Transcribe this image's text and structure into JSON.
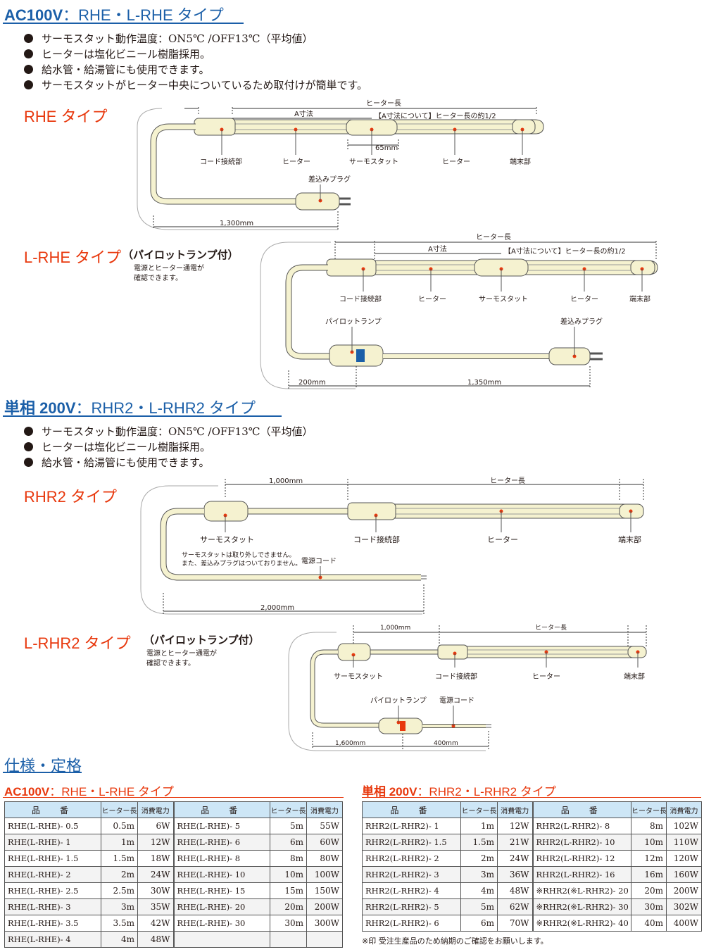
{
  "sections": {
    "ac100": {
      "title_bold": "AC100V",
      "title_rest": "：RHE・L-RHE タイプ",
      "bullets": [
        "サーモスタット動作温度：ON5℃ /OFF13℃（平均値）",
        "ヒーターは塩化ビニール樹脂採用。",
        "給水管・給湯管にも使用できます。",
        "サーモスタットがヒーター中央についているため取付けが簡単です。"
      ]
    },
    "single200": {
      "title_bold": "単相 200V",
      "title_rest": "：RHR2・L-RHR2 タイプ",
      "bullets": [
        "サーモスタット動作温度：ON5℃ /OFF13℃（平均値）",
        "ヒーターは塩化ビニール樹脂採用。",
        "給水管・給湯管にも使用できます。"
      ]
    }
  },
  "diagrams": {
    "rhe": {
      "title": "RHE タイプ",
      "heater_length": "ヒーター長",
      "a_dim": "A寸法",
      "a_note": "【A寸法について】ヒーター長の約1/2",
      "thermo_len": "65mm",
      "cord_joint": "コード接続部",
      "heater": "ヒーター",
      "thermostat": "サーモスタット",
      "heater2": "ヒーター",
      "end_part": "端末部",
      "plug": "差込みプラグ",
      "cord_len": "1,300mm"
    },
    "lrhe": {
      "title": "L-RHE タイプ",
      "subtitle": "（パイロットランプ付）",
      "note_lines": [
        "電源とヒーター通電が",
        "確認できます。"
      ],
      "heater_length": "ヒーター長",
      "a_dim": "A寸法",
      "a_note": "【A寸法について】ヒーター長の約1/2",
      "cord_joint": "コード接続部",
      "heater": "ヒーター",
      "thermostat": "サーモスタット",
      "heater2": "ヒーター",
      "end_part": "端末部",
      "pilot_lamp": "パイロットランプ",
      "plug": "差込みプラグ",
      "len_a": "200mm",
      "len_b": "1,350mm"
    },
    "rhr2": {
      "title": "RHR2 タイプ",
      "len_top": "1,000mm",
      "heater_length": "ヒーター長",
      "thermostat": "サーモスタット",
      "cord_joint": "コード接続部",
      "heater": "ヒーター",
      "end_part": "端末部",
      "note_lines": [
        "サーモスタットは取り外しできません。",
        "また、差込みプラグはついておりません。"
      ],
      "power_cord": "電源コード",
      "len_bottom": "2,000mm"
    },
    "lrhr2": {
      "title": "L-RHR2 タイプ",
      "subtitle": "（パイロットランプ付）",
      "note_lines": [
        "電源とヒーター通電が",
        "確認できます。"
      ],
      "len_top": "1,000mm",
      "heater_length": "ヒーター長",
      "thermostat": "サーモスタット",
      "cord_joint": "コード接続部",
      "heater": "ヒーター",
      "end_part": "端末部",
      "pilot_lamp": "パイロットランプ",
      "power_cord": "電源コード",
      "len_a": "1,600mm",
      "len_b": "400mm"
    }
  },
  "spec": {
    "title": "仕様・定格",
    "ac100": {
      "title_bold": "AC100V",
      "title_rest": "：RHE・L-RHE タイプ",
      "headers": [
        "品　番",
        "ヒーター長",
        "消費電力"
      ],
      "left": [
        [
          "RHE(L-RHE)- 0.5",
          "0.5m",
          "6W"
        ],
        [
          "RHE(L-RHE)- 1",
          "1m",
          "12W"
        ],
        [
          "RHE(L-RHE)- 1.5",
          "1.5m",
          "18W"
        ],
        [
          "RHE(L-RHE)- 2",
          "2m",
          "24W"
        ],
        [
          "RHE(L-RHE)- 2.5",
          "2.5m",
          "30W"
        ],
        [
          "RHE(L-RHE)- 3",
          "3m",
          "35W"
        ],
        [
          "RHE(L-RHE)- 3.5",
          "3.5m",
          "42W"
        ],
        [
          "RHE(L-RHE)- 4",
          "4m",
          "48W"
        ]
      ],
      "right": [
        [
          "RHE(L-RHE)- 5",
          "5m",
          "55W"
        ],
        [
          "RHE(L-RHE)- 6",
          "6m",
          "60W"
        ],
        [
          "RHE(L-RHE)- 8",
          "8m",
          "80W"
        ],
        [
          "RHE(L-RHE)- 10",
          "10m",
          "100W"
        ],
        [
          "RHE(L-RHE)- 15",
          "15m",
          "150W"
        ],
        [
          "RHE(L-RHE)- 20",
          "20m",
          "200W"
        ],
        [
          "RHE(L-RHE)- 30",
          "30m",
          "300W"
        ]
      ]
    },
    "single200": {
      "title_bold": "単相 200V",
      "title_rest": "：RHR2・L-RHR2 タイプ",
      "headers": [
        "品　番",
        "ヒーター長",
        "消費電力"
      ],
      "left": [
        [
          "RHR2(L-RHR2)- 1",
          "1m",
          "12W"
        ],
        [
          "RHR2(L-RHR2)- 1.5",
          "1.5m",
          "21W"
        ],
        [
          "RHR2(L-RHR2)- 2",
          "2m",
          "24W"
        ],
        [
          "RHR2(L-RHR2)- 3",
          "3m",
          "36W"
        ],
        [
          "RHR2(L-RHR2)- 4",
          "4m",
          "48W"
        ],
        [
          "RHR2(L-RHR2)- 5",
          "5m",
          "62W"
        ],
        [
          "RHR2(L-RHR2)- 6",
          "6m",
          "70W"
        ]
      ],
      "right": [
        [
          "RHR2(L-RHR2)- 8",
          "8m",
          "102W"
        ],
        [
          "RHR2(L-RHR2)- 10",
          "10m",
          "110W"
        ],
        [
          "RHR2(L-RHR2)- 12",
          "12m",
          "120W"
        ],
        [
          "RHR2(L-RHR2)- 16",
          "16m",
          "160W"
        ],
        [
          "※RHR2(※L-RHR2)- 20",
          "20m",
          "200W"
        ],
        [
          "※RHR2(※L-RHR2)- 30",
          "30m",
          "302W"
        ],
        [
          "※RHR2(※L-RHR2)- 40",
          "40m",
          "400W"
        ]
      ],
      "footnote": "※印 受注生産品のため納期のご確認をお願いします。"
    }
  },
  "colors": {
    "blue": "#1b5fa8",
    "red": "#e8380d",
    "cable_fill": "#f5f2d0",
    "header_fill": "#cde6f6"
  }
}
